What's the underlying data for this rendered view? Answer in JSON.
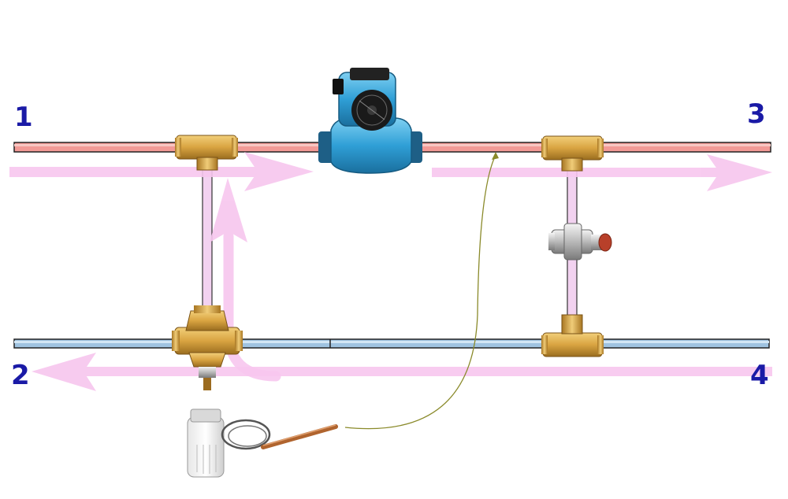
{
  "ports": [
    {
      "id": "1",
      "label": "1"
    },
    {
      "id": "2",
      "label": "2"
    },
    {
      "id": "3",
      "label": "3"
    },
    {
      "id": "4",
      "label": "4"
    }
  ],
  "colors": {
    "supply_pipe": "#f29a96",
    "return_pipe": "#9fc3e0",
    "flow_arrow": "#f7c6ee",
    "pump_body": "#2f9fd6",
    "brass": "#d9a441",
    "label": "#1a1aa6",
    "capillary": "#8a8a2a"
  },
  "components": {
    "pump": "circulation-pump",
    "mixing_valve": "three-way-mixing-valve",
    "bypass_valve": "balancing-valve",
    "thermo_head": "thermostatic-head-with-sensor"
  }
}
